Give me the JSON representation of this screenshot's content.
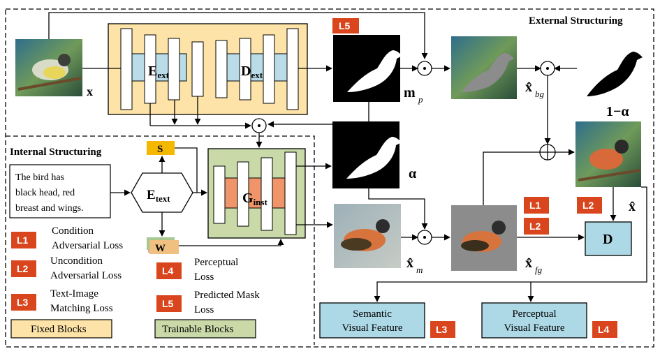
{
  "sections": {
    "external": "External Structuring",
    "internal": "Internal Structuring"
  },
  "blocks": {
    "e_ext": {
      "main": "E",
      "sub": "ext"
    },
    "d_ext": {
      "main": "D",
      "sub": "ext"
    },
    "e_text": {
      "main": "E",
      "sub": "text"
    },
    "g_inst": {
      "main": "G",
      "sub": "inst"
    },
    "d": "D",
    "s": "S",
    "w": "W"
  },
  "labels": {
    "x": "x",
    "m_p": {
      "main": "m",
      "sub": "p"
    },
    "x_bg": {
      "main": "x̂",
      "sub": "bg"
    },
    "one_minus_alpha": "1−α",
    "alpha": "α",
    "x_hat": "x̂",
    "x_m": {
      "main": "x̂",
      "sub": "m"
    },
    "x_fg": {
      "main": "x̂",
      "sub": "fg"
    }
  },
  "text_input": [
    "The bird has",
    "black head, red",
    "breast and wings."
  ],
  "features": {
    "semantic": [
      "Semantic",
      "Visual Feature"
    ],
    "perceptual": [
      "Perceptual",
      "Visual Feature"
    ]
  },
  "badges": {
    "l1": "L1",
    "l2": "L2",
    "l3": "L3",
    "l4": "L4",
    "l5": "L5"
  },
  "legend": {
    "l1": {
      "badge": "L1",
      "lines": [
        "Condition",
        "Adversarial Loss"
      ]
    },
    "l2": {
      "badge": "L2",
      "lines": [
        "Uncondition",
        "Adversarial Loss"
      ]
    },
    "l3": {
      "badge": "L3",
      "lines": [
        "Text-Image",
        "Matching Loss"
      ]
    },
    "l4": {
      "badge": "L4",
      "lines": [
        "Perceptual",
        "Loss"
      ]
    },
    "l5": {
      "badge": "L5",
      "lines": [
        "Predicted Mask",
        "Loss"
      ]
    },
    "fixed": "Fixed Blocks",
    "trainable": "Trainable Blocks"
  },
  "colors": {
    "fixed": "#fde3a7",
    "trainable": "#c9d9a8",
    "feature": "#add8e6",
    "badge": "#d9461e",
    "s_block": "#f5b800",
    "w_block": "#f0c080",
    "inner_blue": "#b9dce8",
    "inner_orange": "#f0956a"
  }
}
